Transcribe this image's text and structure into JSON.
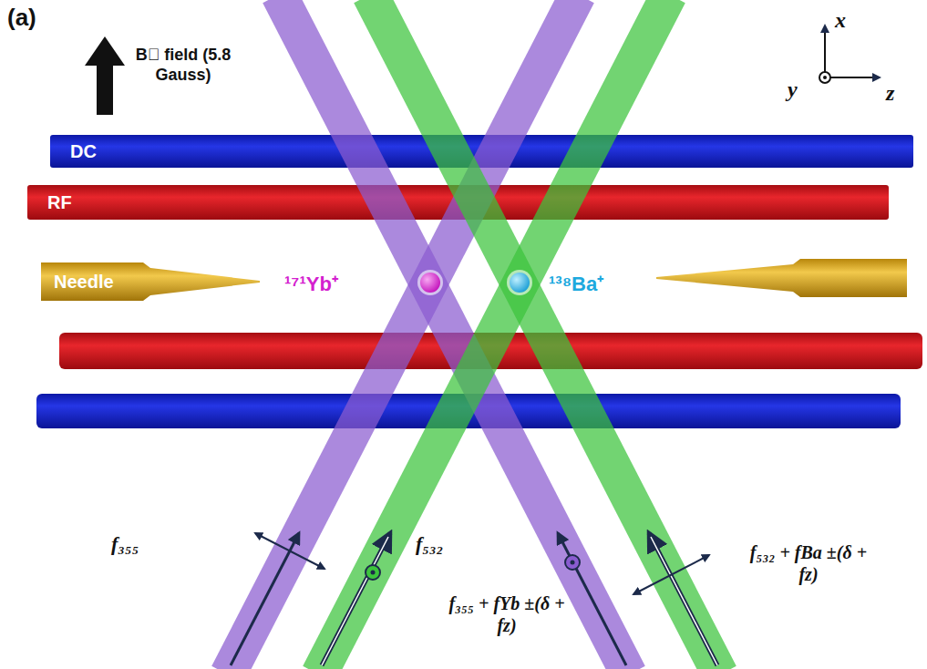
{
  "diagram": {
    "nodes": [
      {
        "text": [
          "DC"
        ]
      },
      {
        "text": [
          "RF"
        ]
      },
      {
        "text": [
          "Needle"
        ]
      },
      {
        "text": [
          "¹⁷¹Yb⁺"
        ]
      },
      {
        "text": [
          "¹³⁸Ba⁺"
        ]
      }
    ],
    "labels": [
      "(a)",
      "B⃗ field (5.8 Gauss)",
      "x⃗",
      "y⃗",
      "z⃗",
      "f₃₅₅",
      "f₅₃₂",
      "f₃₅₅ + fYb ±(δ + fz)",
      "f₅₃₂ + fBa ±(δ + fz)"
    ]
  }
}
